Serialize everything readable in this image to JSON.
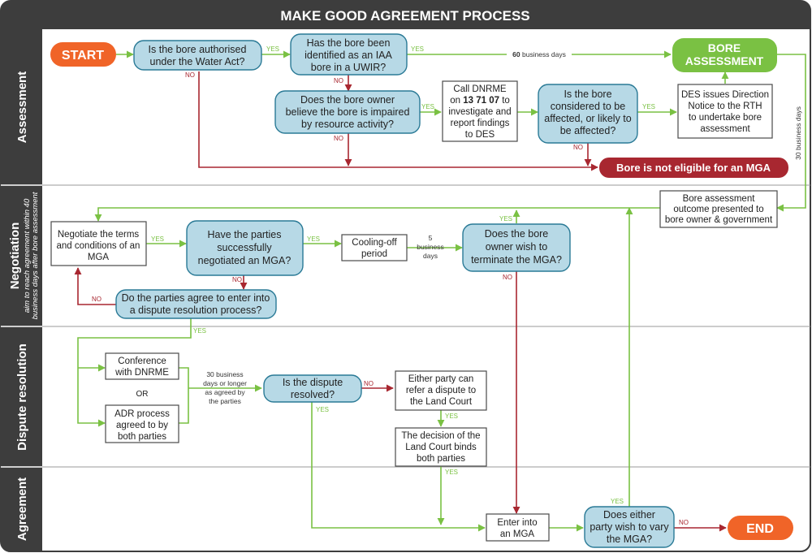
{
  "title": "MAKE GOOD AGREEMENT PROCESS",
  "colors": {
    "header_bg": "#3d3d3d",
    "decision_fill": "#b7d9e6",
    "decision_stroke": "#2a7a96",
    "green": "#7ac143",
    "red": "#a82730",
    "orange": "#f06428",
    "lane_divider": "#9a9a9a"
  },
  "lanes": {
    "assessment": "Assessment",
    "negotiation": "Negotiation",
    "negotiation_sub": [
      "aim to reach agreement within 40",
      "business days after bore assessment"
    ],
    "dispute": "Dispute resolution",
    "agreement": "Agreement"
  },
  "terminals": {
    "start": "START",
    "end": "END",
    "bore_assessment": [
      "BORE",
      "ASSESSMENT"
    ],
    "not_eligible": "Bore is not eligible for an MGA"
  },
  "decisions": {
    "authorised": [
      "Is the bore authorised",
      "under the Water Act?"
    ],
    "iaa": [
      "Has the bore been",
      "identified as an IAA",
      "bore in a UWIR?"
    ],
    "impaired": [
      "Does the bore owner",
      "believe the bore is impaired",
      "by resource activity?"
    ],
    "affected": [
      "Is the bore",
      "considered to be",
      "affected, or likely to",
      "be affected?"
    ],
    "negotiated": [
      "Have the parties",
      "successfully",
      "negotiated an MGA?"
    ],
    "terminate": [
      "Does the bore",
      "owner wish to",
      "terminate the MGA?"
    ],
    "dispute_process": [
      "Do the parties agree to enter into",
      "a dispute resolution process?"
    ],
    "resolved": [
      "Is the dispute",
      "resolved?"
    ],
    "vary": [
      "Does either",
      "party wish to vary",
      "the MGA?"
    ]
  },
  "processes": {
    "call_pre": "Call DNRME",
    "call_on": "on",
    "call_number": "13 71 07",
    "call_to": "to",
    "call_rest": [
      "investigate and",
      "report findings",
      "to DES"
    ],
    "des_notice": [
      "DES issues Direction",
      "Notice to the RTH",
      "to undertake bore",
      "assessment"
    ],
    "outcome": [
      "Bore assessment",
      "outcome presented to",
      "bore owner & government"
    ],
    "negotiate_terms": [
      "Negotiate the terms",
      "and conditions of an",
      "MGA"
    ],
    "cooling_off": [
      "Cooling-off",
      "period"
    ],
    "conference": [
      "Conference",
      "with DNRME"
    ],
    "or": "OR",
    "adr": [
      "ADR process",
      "agreed to by",
      "both parties"
    ],
    "land_court_refer": [
      "Either party can",
      "refer a dispute to",
      "the Land Court"
    ],
    "land_court_binds": [
      "The decision of the",
      "Land Court binds",
      "both parties"
    ],
    "enter_mga": [
      "Enter into",
      "an MGA"
    ]
  },
  "labels": {
    "yes": "YES",
    "no": "NO",
    "sixty_days_num": "60",
    "sixty_days_text": "business days",
    "thirty_days": "30 business days",
    "five_days": [
      "5",
      "business",
      "days"
    ],
    "thirty_longer": [
      "30 business",
      "days or longer",
      "as agreed by",
      "the parties"
    ]
  }
}
